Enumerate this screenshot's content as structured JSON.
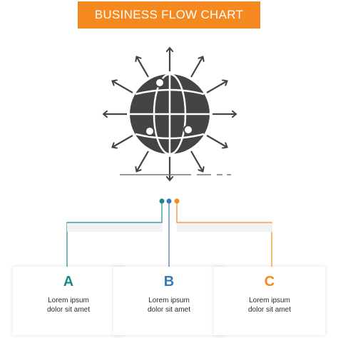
{
  "title": "BUSINESS FLOW CHART",
  "colors": {
    "accent": "#f5891f",
    "teal": "#1d8a8a",
    "blue": "#3579b5",
    "icon": "#444444",
    "line": "#9a9a9a"
  },
  "icon": {
    "name": "globe-with-outward-arrows-icon"
  },
  "steps": [
    {
      "letter": "A",
      "line1": "Lorem ipsum",
      "line2": "dolor sit amet",
      "color": "#1d8a8a"
    },
    {
      "letter": "B",
      "line1": "Lorem ipsum",
      "line2": "dolor sit amet",
      "color": "#3579b5"
    },
    {
      "letter": "C",
      "line1": "Lorem ipsum",
      "line2": "dolor sit amet",
      "color": "#f5891f"
    }
  ]
}
